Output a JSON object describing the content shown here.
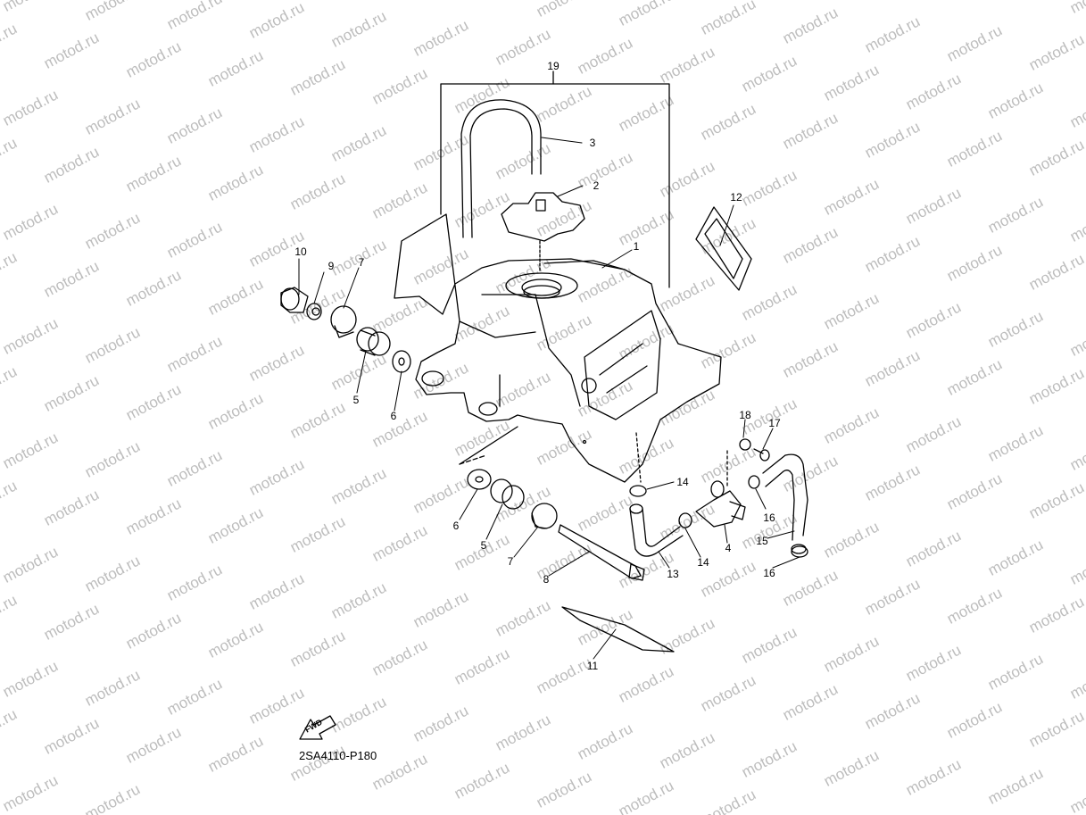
{
  "watermark": {
    "text": "motod.ru"
  },
  "diagram": {
    "code": "2SA4110-P180",
    "fwd_label": "FWD"
  },
  "callouts": {
    "c1": "1",
    "c2": "2",
    "c3": "3",
    "c4": "4",
    "c5a": "5",
    "c5b": "5",
    "c6a": "6",
    "c6b": "6",
    "c7a": "7",
    "c7b": "7",
    "c8": "8",
    "c9": "9",
    "c10": "10",
    "c11": "11",
    "c12": "12",
    "c13": "13",
    "c14a": "14",
    "c14b": "14",
    "c15": "15",
    "c16a": "16",
    "c16b": "16",
    "c17": "17",
    "c18": "18",
    "c19": "19"
  },
  "colors": {
    "line": "#000000",
    "watermark": "#bdbdbd"
  }
}
